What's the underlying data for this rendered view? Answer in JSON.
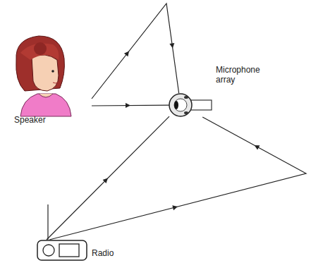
{
  "diagram": {
    "nodes": [
      {
        "text": [
          "Speaker"
        ]
      },
      {
        "text": [
          "Microphone array"
        ]
      },
      {
        "text": [
          "Radio"
        ]
      }
    ],
    "edges": [
      {
        "from": 0,
        "to": 1,
        "arrow": "to"
      },
      {
        "from": 0,
        "to": 1,
        "arrow": "to"
      },
      {
        "from": 2,
        "to": 1,
        "arrow": "to"
      },
      {
        "from": 2,
        "to": 1,
        "arrow": "to"
      }
    ]
  }
}
